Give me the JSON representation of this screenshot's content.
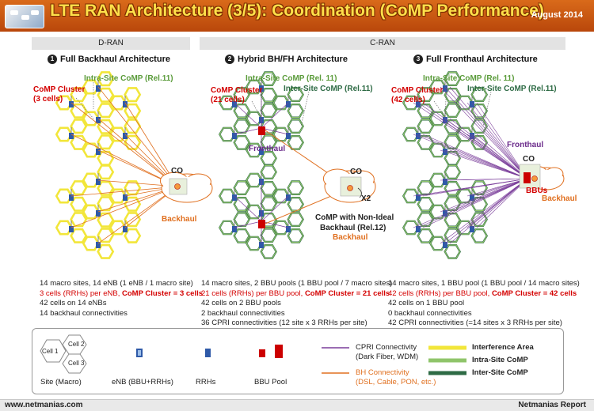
{
  "header": {
    "title": "LTE RAN Architecture (3/5):  Coordination (CoMP Performance)",
    "date": "August 2014"
  },
  "sections": {
    "dran": "D-RAN",
    "cran": "C-RAN"
  },
  "columns": [
    {
      "number": "1",
      "title": "Full Backhaul Architecture",
      "intra_label": "Intra-Site CoMP (Rel.11)",
      "cluster_label": "CoMP Cluster",
      "cluster_cells": "(3 cells)",
      "co_label": "CO",
      "backhaul_label": "Backhaul",
      "stats": [
        "14 macro sites, 14 eNB (1 eNB / 1 macro site)",
        "3 cells (RRHs) per eNB, ",
        "CoMP Cluster = 3 cells",
        "42 cells on 14 eNBs",
        "14 backhaul connectivities"
      ]
    },
    {
      "number": "2",
      "title": "Hybrid BH/FH Architecture",
      "intra_label": "Intra-Site CoMP (Rel. 11)",
      "inter_label": "Inter-Site CoMP (Rel.11)",
      "cluster_label": "CoMP Cluster",
      "cluster_cells": "(21 cells)",
      "fronthaul_label": "Fronthaul",
      "co_label": "CO",
      "x2_label": "X2",
      "nonideal_label_1": "CoMP with Non-Ideal",
      "nonideal_label_2": "Backhaul (Rel.12)",
      "backhaul_label": "Backhaul",
      "stats": [
        "14 macro sites, 2 BBU pools (1 BBU pool / 7 macro sites)",
        "21 cells (RRHs) per BBU pool, ",
        "CoMP Cluster = 21 cells",
        "42 cells on 2 BBU pools",
        "2 backhaul connectivities",
        "36 CPRI connectivities (12 site x 3 RRHs per site)"
      ]
    },
    {
      "number": "3",
      "title": "Full Fronthaul Architecture",
      "intra_label": "Intra-Site CoMP (Rel. 11)",
      "inter_label": "Inter-Site CoMP (Rel.11)",
      "cluster_label": "CoMP Cluster",
      "cluster_cells": "(42 cells)",
      "fronthaul_label": "Fronthaul",
      "co_label": "CO",
      "bbus_label": "BBUs",
      "backhaul_label": "Backhaul",
      "stats": [
        "14 macro sites, 1 BBU pool (1 BBU pool / 14 macro sites)",
        "42 cells (RRHs) per BBU pool, ",
        "CoMP Cluster = 42 cells",
        "42 cells on 1 BBU pool",
        "0 backhaul connectivities",
        "42 CPRI connectivities (=14 sites x 3 RRHs per site)"
      ]
    }
  ],
  "legend": {
    "cell1": "Cell 1",
    "cell2": "Cell 2",
    "cell3": "Cell 3",
    "site": "Site (Macro)",
    "enb": "eNB (BBU+RRHs)",
    "rrhs": "RRHs",
    "bbu_pool": "BBU Pool",
    "cpri_1": "CPRI Connectivity",
    "cpri_2": "(Dark Fiber, WDM)",
    "bh_1": "BH Connectivity",
    "bh_2": "(DSL, Cable, PON, etc.)",
    "interference": "Interference Area",
    "intra": "Intra-Site CoMP",
    "inter": "Inter-Site CoMP"
  },
  "footer": {
    "left": "www.netmanias.com",
    "right": "Netmanias Report"
  },
  "colors": {
    "header": "#c95a14",
    "title": "#ffe04a",
    "interference": "#f2e63a",
    "intra": "#8fc46a",
    "inter": "#2e6b45",
    "cpri": "#7a3d9a",
    "bh": "#e07020",
    "eNB": "#2f5aa8",
    "bbu": "#cc0000"
  }
}
